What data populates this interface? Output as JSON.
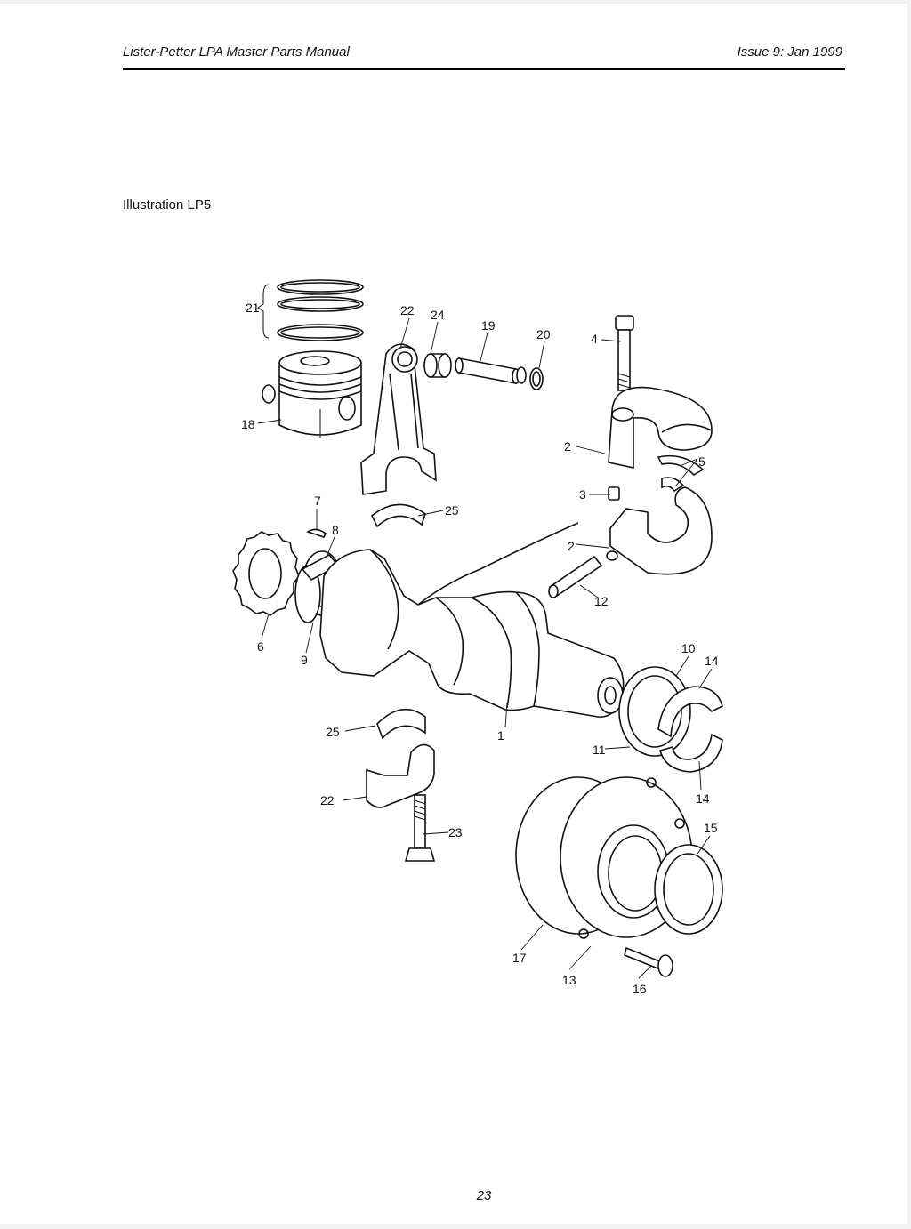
{
  "header": {
    "manual_title": "Lister-Petter LPA Master Parts Manual",
    "issue": "Issue 9: Jan 1999"
  },
  "caption": "Illustration LP5",
  "page_number": "23",
  "callouts": [
    "1",
    "2",
    "2",
    "3",
    "4",
    "5",
    "6",
    "7",
    "8",
    "9",
    "10",
    "11",
    "12",
    "13",
    "14",
    "14",
    "15",
    "16",
    "17",
    "18",
    "19",
    "20",
    "21",
    "22",
    "22",
    "23",
    "24",
    "25",
    "25"
  ]
}
